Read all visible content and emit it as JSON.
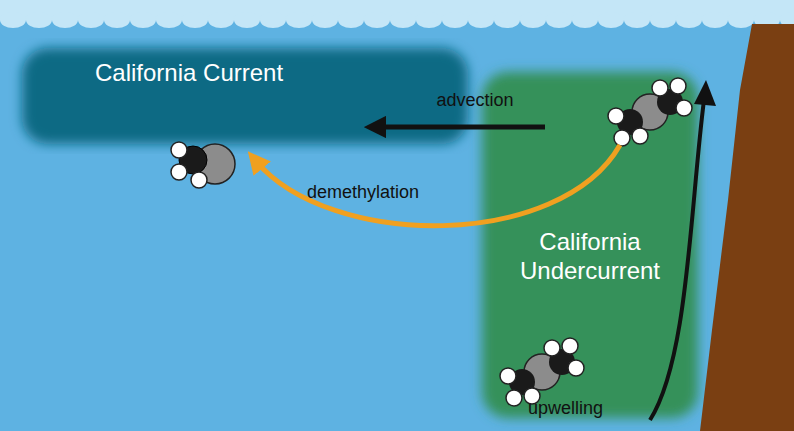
{
  "diagram": {
    "nodes": [
      {
        "text": [
          "California Current"
        ]
      },
      {
        "text": [
          "California Undercurrent"
        ]
      }
    ],
    "edges": [
      {
        "from": 1,
        "to": 0,
        "arrow": "to",
        "label": "advection"
      },
      {
        "from": 1,
        "to": 0,
        "arrow": "to",
        "label": "demethylation"
      }
    ],
    "labels": [
      "upwelling"
    ]
  }
}
